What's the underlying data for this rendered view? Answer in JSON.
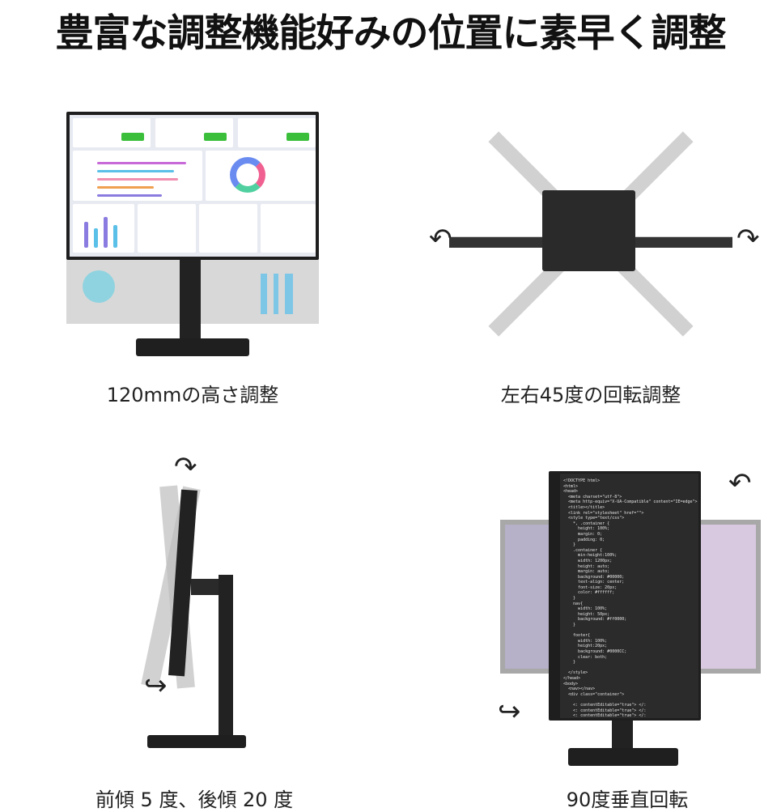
{
  "title": "豊富な調整機能好みの位置に素早く調整",
  "features": [
    {
      "caption": "120mmの高さ調整"
    },
    {
      "caption": "左右45度の回転調整"
    },
    {
      "caption": "前傾 5 度、後傾 20 度"
    },
    {
      "caption": "90度垂直回転"
    }
  ],
  "colors": {
    "bezel": "#1e1e1e",
    "screen_bg": "#e8eaf2",
    "accent_green": "#3bbf3b",
    "code_bg": "#2b2b2b"
  }
}
